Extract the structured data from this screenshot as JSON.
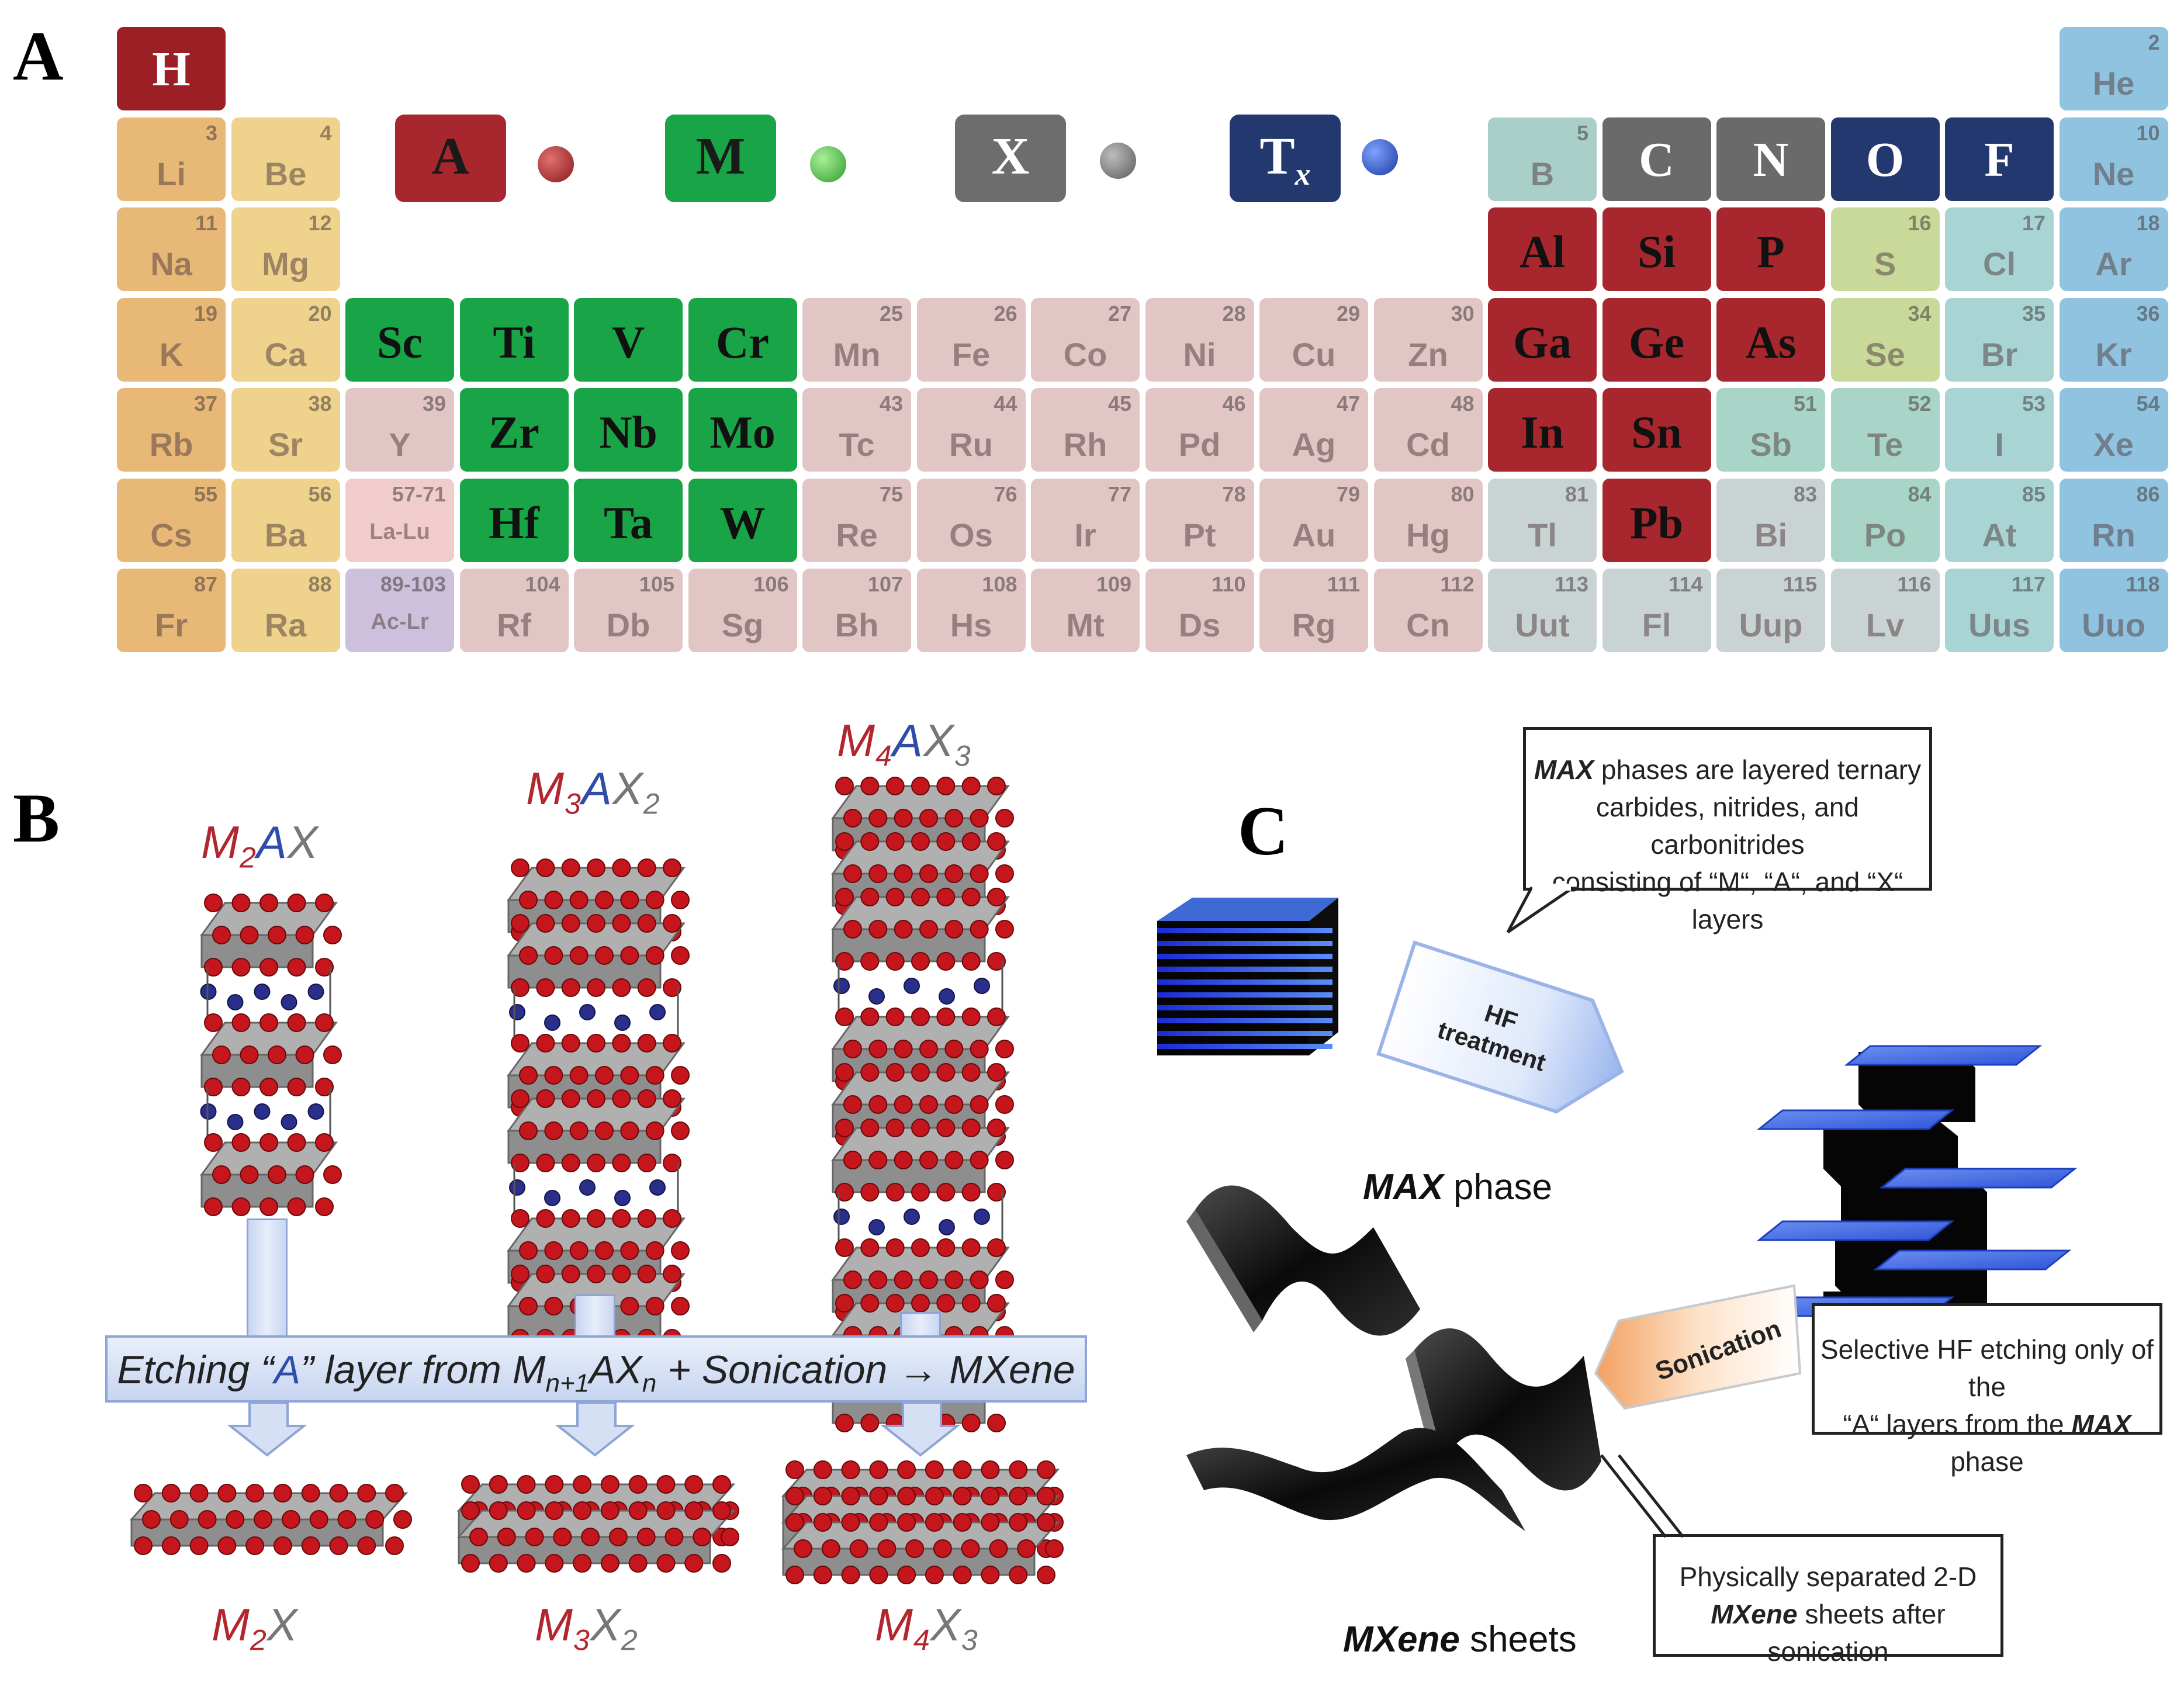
{
  "panel_labels": {
    "a": "A",
    "b": "B",
    "c": "C"
  },
  "legend": {
    "a": {
      "label": "A",
      "color": "#a8262d"
    },
    "m": {
      "label": "M",
      "color": "#18a447"
    },
    "x": {
      "label": "X",
      "color": "#6d6d6d"
    },
    "tx": {
      "label": "T",
      "sub": "x",
      "color": "#23386e"
    }
  },
  "periodic_table": {
    "elements": [
      {
        "sym": "H",
        "num": "",
        "row": 1,
        "col": 1,
        "cls": "hlw",
        "color": "#9b1f24"
      },
      {
        "sym": "He",
        "num": "2",
        "row": 1,
        "col": 18,
        "color": "#8fc3df"
      },
      {
        "sym": "Li",
        "num": "3",
        "row": 2,
        "col": 1,
        "color": "#e8b877"
      },
      {
        "sym": "Be",
        "num": "4",
        "row": 2,
        "col": 2,
        "color": "#efd28b"
      },
      {
        "sym": "B",
        "num": "5",
        "row": 2,
        "col": 13,
        "color": "#a9cfc8"
      },
      {
        "sym": "C",
        "num": "",
        "row": 2,
        "col": 14,
        "cls": "hlw",
        "color": "#6a6a6a"
      },
      {
        "sym": "N",
        "num": "",
        "row": 2,
        "col": 15,
        "cls": "hlw",
        "color": "#6a6a6a"
      },
      {
        "sym": "O",
        "num": "",
        "row": 2,
        "col": 16,
        "cls": "hlw",
        "color": "#23386e"
      },
      {
        "sym": "F",
        "num": "",
        "row": 2,
        "col": 17,
        "cls": "hlw",
        "color": "#23386e"
      },
      {
        "sym": "Ne",
        "num": "10",
        "row": 2,
        "col": 18,
        "color": "#8fc3df"
      },
      {
        "sym": "Na",
        "num": "11",
        "row": 3,
        "col": 1,
        "color": "#e8b877"
      },
      {
        "sym": "Mg",
        "num": "12",
        "row": 3,
        "col": 2,
        "color": "#efd28b"
      },
      {
        "sym": "Al",
        "num": "",
        "row": 3,
        "col": 13,
        "cls": "hl",
        "color": "#a8262d"
      },
      {
        "sym": "Si",
        "num": "",
        "row": 3,
        "col": 14,
        "cls": "hl",
        "color": "#a8262d"
      },
      {
        "sym": "P",
        "num": "",
        "row": 3,
        "col": 15,
        "cls": "hl",
        "color": "#a8262d"
      },
      {
        "sym": "S",
        "num": "16",
        "row": 3,
        "col": 16,
        "color": "#c8d99a"
      },
      {
        "sym": "Cl",
        "num": "17",
        "row": 3,
        "col": 17,
        "color": "#a9d4d4"
      },
      {
        "sym": "Ar",
        "num": "18",
        "row": 3,
        "col": 18,
        "color": "#8fc3df"
      },
      {
        "sym": "K",
        "num": "19",
        "row": 4,
        "col": 1,
        "color": "#e8b877"
      },
      {
        "sym": "Ca",
        "num": "20",
        "row": 4,
        "col": 2,
        "color": "#efd28b"
      },
      {
        "sym": "Sc",
        "num": "",
        "row": 4,
        "col": 3,
        "cls": "hl",
        "color": "#18a447"
      },
      {
        "sym": "Ti",
        "num": "",
        "row": 4,
        "col": 4,
        "cls": "hl",
        "color": "#18a447"
      },
      {
        "sym": "V",
        "num": "",
        "row": 4,
        "col": 5,
        "cls": "hl",
        "color": "#18a447"
      },
      {
        "sym": "Cr",
        "num": "",
        "row": 4,
        "col": 6,
        "cls": "hl",
        "color": "#18a447"
      },
      {
        "sym": "Mn",
        "num": "25",
        "row": 4,
        "col": 7,
        "color": "#e2c6c6"
      },
      {
        "sym": "Fe",
        "num": "26",
        "row": 4,
        "col": 8,
        "color": "#e2c6c6"
      },
      {
        "sym": "Co",
        "num": "27",
        "row": 4,
        "col": 9,
        "color": "#e2c6c6"
      },
      {
        "sym": "Ni",
        "num": "28",
        "row": 4,
        "col": 10,
        "color": "#e2c6c6"
      },
      {
        "sym": "Cu",
        "num": "29",
        "row": 4,
        "col": 11,
        "color": "#e2c6c6"
      },
      {
        "sym": "Zn",
        "num": "30",
        "row": 4,
        "col": 12,
        "color": "#e2c6c6"
      },
      {
        "sym": "Ga",
        "num": "",
        "row": 4,
        "col": 13,
        "cls": "hl",
        "color": "#a8262d"
      },
      {
        "sym": "Ge",
        "num": "",
        "row": 4,
        "col": 14,
        "cls": "hl",
        "color": "#a8262d"
      },
      {
        "sym": "As",
        "num": "",
        "row": 4,
        "col": 15,
        "cls": "hl",
        "color": "#a8262d"
      },
      {
        "sym": "Se",
        "num": "34",
        "row": 4,
        "col": 16,
        "color": "#c8d99a"
      },
      {
        "sym": "Br",
        "num": "35",
        "row": 4,
        "col": 17,
        "color": "#a9d4d4"
      },
      {
        "sym": "Kr",
        "num": "36",
        "row": 4,
        "col": 18,
        "color": "#8fc3df"
      },
      {
        "sym": "Rb",
        "num": "37",
        "row": 5,
        "col": 1,
        "color": "#e8b877"
      },
      {
        "sym": "Sr",
        "num": "38",
        "row": 5,
        "col": 2,
        "color": "#efd28b"
      },
      {
        "sym": "Y",
        "num": "39",
        "row": 5,
        "col": 3,
        "color": "#e2c6c6"
      },
      {
        "sym": "Zr",
        "num": "",
        "row": 5,
        "col": 4,
        "cls": "hl",
        "color": "#18a447"
      },
      {
        "sym": "Nb",
        "num": "",
        "row": 5,
        "col": 5,
        "cls": "hl",
        "color": "#18a447"
      },
      {
        "sym": "Mo",
        "num": "",
        "row": 5,
        "col": 6,
        "cls": "hl",
        "color": "#18a447"
      },
      {
        "sym": "Tc",
        "num": "43",
        "row": 5,
        "col": 7,
        "color": "#e2c6c6"
      },
      {
        "sym": "Ru",
        "num": "44",
        "row": 5,
        "col": 8,
        "color": "#e2c6c6"
      },
      {
        "sym": "Rh",
        "num": "45",
        "row": 5,
        "col": 9,
        "color": "#e2c6c6"
      },
      {
        "sym": "Pd",
        "num": "46",
        "row": 5,
        "col": 10,
        "color": "#e2c6c6"
      },
      {
        "sym": "Ag",
        "num": "47",
        "row": 5,
        "col": 11,
        "color": "#e2c6c6"
      },
      {
        "sym": "Cd",
        "num": "48",
        "row": 5,
        "col": 12,
        "color": "#e2c6c6"
      },
      {
        "sym": "In",
        "num": "",
        "row": 5,
        "col": 13,
        "cls": "hl",
        "color": "#a8262d"
      },
      {
        "sym": "Sn",
        "num": "",
        "row": 5,
        "col": 14,
        "cls": "hl",
        "color": "#a8262d"
      },
      {
        "sym": "Sb",
        "num": "51",
        "row": 5,
        "col": 15,
        "color": "#a9d4c8"
      },
      {
        "sym": "Te",
        "num": "52",
        "row": 5,
        "col": 16,
        "color": "#a9d4c8"
      },
      {
        "sym": "I",
        "num": "53",
        "row": 5,
        "col": 17,
        "color": "#a9d4d4"
      },
      {
        "sym": "Xe",
        "num": "54",
        "row": 5,
        "col": 18,
        "color": "#8fc3df"
      },
      {
        "sym": "Cs",
        "num": "55",
        "row": 6,
        "col": 1,
        "color": "#e8b877"
      },
      {
        "sym": "Ba",
        "num": "56",
        "row": 6,
        "col": 2,
        "color": "#efd28b"
      },
      {
        "sym": "La-Lu",
        "num": "57-71",
        "row": 6,
        "col": 3,
        "cls": "small",
        "color": "#f0cccc"
      },
      {
        "sym": "Hf",
        "num": "",
        "row": 6,
        "col": 4,
        "cls": "hl",
        "color": "#18a447"
      },
      {
        "sym": "Ta",
        "num": "",
        "row": 6,
        "col": 5,
        "cls": "hl",
        "color": "#18a447"
      },
      {
        "sym": "W",
        "num": "",
        "row": 6,
        "col": 6,
        "cls": "hl",
        "color": "#18a447"
      },
      {
        "sym": "Re",
        "num": "75",
        "row": 6,
        "col": 7,
        "color": "#e2c6c6"
      },
      {
        "sym": "Os",
        "num": "76",
        "row": 6,
        "col": 8,
        "color": "#e2c6c6"
      },
      {
        "sym": "Ir",
        "num": "77",
        "row": 6,
        "col": 9,
        "color": "#e2c6c6"
      },
      {
        "sym": "Pt",
        "num": "78",
        "row": 6,
        "col": 10,
        "color": "#e2c6c6"
      },
      {
        "sym": "Au",
        "num": "79",
        "row": 6,
        "col": 11,
        "color": "#e2c6c6"
      },
      {
        "sym": "Hg",
        "num": "80",
        "row": 6,
        "col": 12,
        "color": "#e2c6c6"
      },
      {
        "sym": "Tl",
        "num": "81",
        "row": 6,
        "col": 13,
        "color": "#c9d3d3"
      },
      {
        "sym": "Pb",
        "num": "",
        "row": 6,
        "col": 14,
        "cls": "hl",
        "color": "#a8262d"
      },
      {
        "sym": "Bi",
        "num": "83",
        "row": 6,
        "col": 15,
        "color": "#c9d3d3"
      },
      {
        "sym": "Po",
        "num": "84",
        "row": 6,
        "col": 16,
        "color": "#a9d4c8"
      },
      {
        "sym": "At",
        "num": "85",
        "row": 6,
        "col": 17,
        "color": "#a9d4d4"
      },
      {
        "sym": "Rn",
        "num": "86",
        "row": 6,
        "col": 18,
        "color": "#8fc3df"
      },
      {
        "sym": "Fr",
        "num": "87",
        "row": 7,
        "col": 1,
        "color": "#e8b877"
      },
      {
        "sym": "Ra",
        "num": "88",
        "row": 7,
        "col": 2,
        "color": "#efd28b"
      },
      {
        "sym": "Ac-Lr",
        "num": "89-103",
        "row": 7,
        "col": 3,
        "cls": "small",
        "color": "#cdc0dc"
      },
      {
        "sym": "Rf",
        "num": "104",
        "row": 7,
        "col": 4,
        "color": "#e2c6c6"
      },
      {
        "sym": "Db",
        "num": "105",
        "row": 7,
        "col": 5,
        "color": "#e2c6c6"
      },
      {
        "sym": "Sg",
        "num": "106",
        "row": 7,
        "col": 6,
        "color": "#e2c6c6"
      },
      {
        "sym": "Bh",
        "num": "107",
        "row": 7,
        "col": 7,
        "color": "#e2c6c6"
      },
      {
        "sym": "Hs",
        "num": "108",
        "row": 7,
        "col": 8,
        "color": "#e2c6c6"
      },
      {
        "sym": "Mt",
        "num": "109",
        "row": 7,
        "col": 9,
        "color": "#e2c6c6"
      },
      {
        "sym": "Ds",
        "num": "110",
        "row": 7,
        "col": 10,
        "color": "#e2c6c6"
      },
      {
        "sym": "Rg",
        "num": "111",
        "row": 7,
        "col": 11,
        "color": "#e2c6c6"
      },
      {
        "sym": "Cn",
        "num": "112",
        "row": 7,
        "col": 12,
        "color": "#e2c6c6"
      },
      {
        "sym": "Uut",
        "num": "113",
        "row": 7,
        "col": 13,
        "color": "#c9d3d3"
      },
      {
        "sym": "Fl",
        "num": "114",
        "row": 7,
        "col": 14,
        "color": "#c9d3d3"
      },
      {
        "sym": "Uup",
        "num": "115",
        "row": 7,
        "col": 15,
        "color": "#c9d3d3"
      },
      {
        "sym": "Lv",
        "num": "116",
        "row": 7,
        "col": 16,
        "color": "#c9d3d3"
      },
      {
        "sym": "Uus",
        "num": "117",
        "row": 7,
        "col": 17,
        "color": "#a9d4d4"
      },
      {
        "sym": "Uuo",
        "num": "118",
        "row": 7,
        "col": 18,
        "color": "#8fc3df"
      }
    ]
  },
  "panel_b": {
    "top_formulas": [
      {
        "m": "M",
        "n1": "2",
        "a": "A",
        "x": "X",
        "n2": ""
      },
      {
        "m": "M",
        "n1": "3",
        "a": "A",
        "x": "X",
        "n2": "2"
      },
      {
        "m": "M",
        "n1": "4",
        "a": "A",
        "x": "X",
        "n2": "3"
      }
    ],
    "bottom_formulas": [
      {
        "m": "M",
        "n1": "2",
        "x": "X",
        "n2": ""
      },
      {
        "m": "M",
        "n1": "3",
        "x": "X",
        "n2": "2"
      },
      {
        "m": "M",
        "n1": "4",
        "x": "X",
        "n2": "3"
      }
    ],
    "etch": {
      "part1": "Etching “",
      "a": "A",
      "part2": "” layer from M",
      "sub1": "n+1",
      "part3": "AX",
      "sub2": "n",
      "part4": " + Sonication → MXene"
    }
  },
  "panel_c": {
    "max_callout": {
      "bold": "MAX",
      "line1": " phases are layered ternary",
      "line2": "carbides, nitrides, and carbonitrides",
      "line3": "consisting of “M“, “A“, and “X“ layers"
    },
    "max_label": {
      "bold": "MAX",
      "rest": " phase"
    },
    "hf_label": {
      "line1": "HF",
      "line2": "treatment"
    },
    "sonication_label": "Sonication",
    "etch_callout": {
      "line1": "Selective HF etching only of the",
      "line2a": "“A“ layers from the ",
      "bold": "MAX",
      "line2b": " phase"
    },
    "sheets_callout": {
      "line1": "Physically separated 2-D",
      "bold": "MXene",
      "line2": " sheets after sonication"
    },
    "sheets_label": {
      "bold": "MXene",
      "rest": " sheets"
    }
  }
}
